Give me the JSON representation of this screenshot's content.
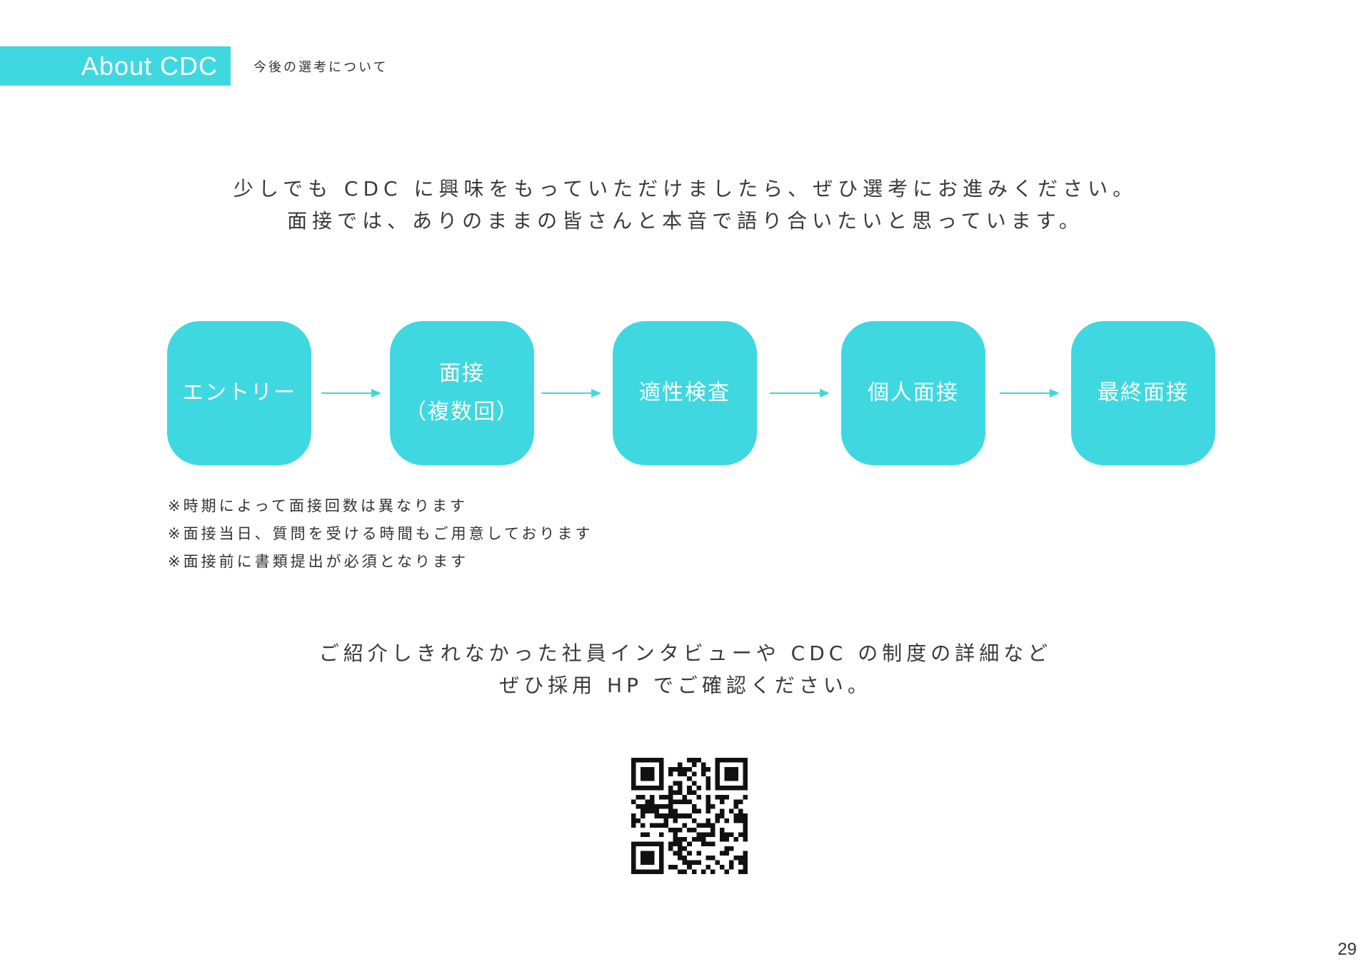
{
  "header": {
    "tag": "About CDC",
    "subtitle": "今後の選考について"
  },
  "intro": {
    "line1": "少しでも CDC に興味をもっていただけましたら、ぜひ選考にお進みください。",
    "line2": "面接では、ありのままの皆さんと本音で語り合いたいと思っています。"
  },
  "flow": {
    "steps": [
      {
        "line1": "エントリー",
        "line2": ""
      },
      {
        "line1": "面接",
        "line2": "（複数回）"
      },
      {
        "line1": "適性検査",
        "line2": ""
      },
      {
        "line1": "個人面接",
        "line2": ""
      },
      {
        "line1": "最終面接",
        "line2": ""
      }
    ]
  },
  "notes": [
    "※時期によって面接回数は異なります",
    "※面接当日、質問を受ける時間もご用意しております",
    "※面接前に書類提出が必須となります"
  ],
  "outro": {
    "line1": "ご紹介しきれなかった社員インタビューや CDC の制度の詳細など",
    "line2": "ぜひ採用 HP でご確認ください。"
  },
  "page_number": "29",
  "colors": {
    "accent": "#3fd8e0",
    "text": "#3a3a3a"
  }
}
